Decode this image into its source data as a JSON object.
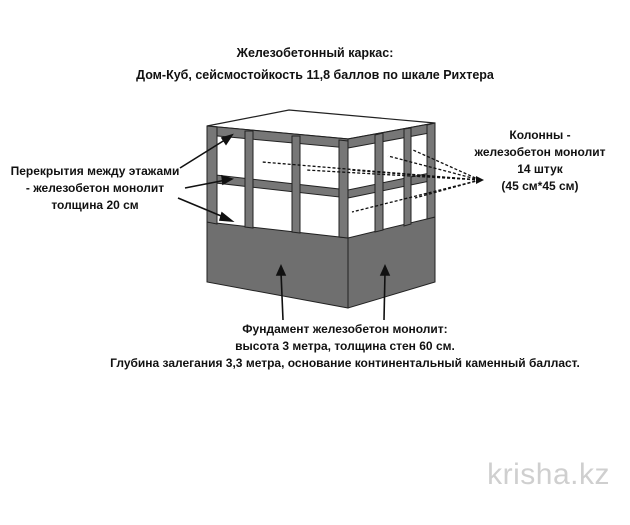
{
  "title": {
    "line1": "Железобетонный каркас:",
    "line2": "Дом-Куб, сейсмостойкость 11,8 баллов по шкале Рихтера"
  },
  "labels": {
    "floors": {
      "lines": [
        "Перекрытия между этажами",
        "- железобетон монолит",
        "толщина 20 см"
      ]
    },
    "columns": {
      "lines": [
        "Колонны -",
        "железобетон монолит",
        "14 штук",
        "(45 см*45 см)"
      ]
    },
    "foundation": {
      "lines": [
        "Фундамент железобетон монолит:",
        "высота 3 метра, толщина стен 60 см.",
        "Глубина залегания 3,3 метра, основание континентальный каменный балласт."
      ]
    }
  },
  "watermark": "krisha.kz",
  "colors": {
    "frame": "#777777",
    "frame_outline": "#222222",
    "foundation": "#6f6f6f",
    "arrow": "#111111",
    "text": "#111111",
    "watermark": "#cfcfcf"
  }
}
